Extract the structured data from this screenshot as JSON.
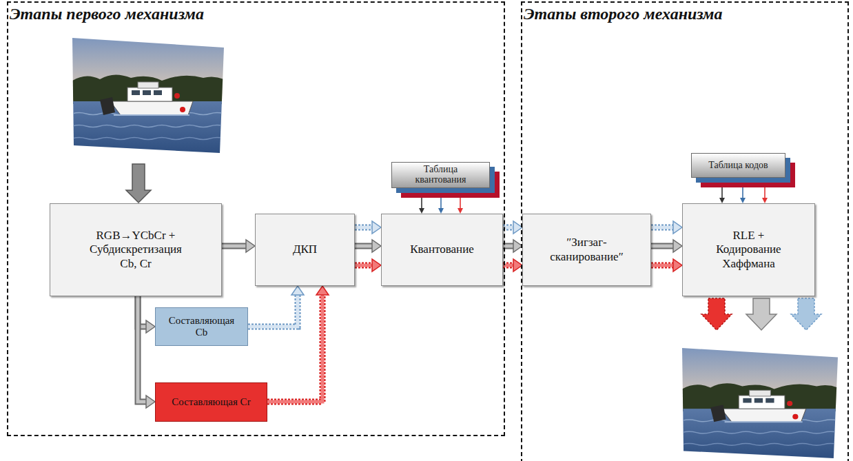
{
  "diagram": {
    "nodes": [
      {
        "text": [
          "Этапы первого механизма"
        ]
      },
      {
        "text": [
          "Этапы второго механизма"
        ]
      },
      {
        "text": [
          "RGB→YCbCr + Субдискретизация Cb, Cr"
        ],
        "in": 0
      },
      {
        "text": [
          "Составляющая Cb"
        ],
        "in": 0
      },
      {
        "text": [
          "Составляющая Cr"
        ],
        "in": 0
      },
      {
        "text": [
          "ДКП"
        ],
        "in": 0
      },
      {
        "text": [
          "Квантование"
        ],
        "in": 0
      },
      {
        "text": [
          "Таблица квантования"
        ],
        "in": 0
      },
      {
        "text": [
          "″Зигзаг-сканирование″"
        ],
        "in": 1
      },
      {
        "text": [
          "Таблица кодов"
        ],
        "in": 1
      },
      {
        "text": [
          "RLE + Кодирование Хаффмана"
        ],
        "in": 1
      }
    ],
    "edges": [
      {
        "from": 2,
        "to": 5,
        "arrow": "to"
      },
      {
        "from": 2,
        "to": 3,
        "arrow": "to"
      },
      {
        "from": 2,
        "to": 4,
        "arrow": "to"
      },
      {
        "from": 3,
        "to": 5,
        "arrow": "to"
      },
      {
        "from": 4,
        "to": 5,
        "arrow": "to"
      },
      {
        "from": 5,
        "to": 6,
        "arrow": "to"
      },
      {
        "from": 5,
        "to": 6,
        "arrow": "to"
      },
      {
        "from": 5,
        "to": 6,
        "arrow": "to"
      },
      {
        "from": 7,
        "to": 6,
        "arrow": "to"
      },
      {
        "from": 7,
        "to": 6,
        "arrow": "to"
      },
      {
        "from": 7,
        "to": 6,
        "arrow": "to"
      },
      {
        "from": 6,
        "to": 8,
        "arrow": "to"
      },
      {
        "from": 6,
        "to": 8,
        "arrow": "to"
      },
      {
        "from": 6,
        "to": 8,
        "arrow": "to"
      },
      {
        "from": 9,
        "to": 10,
        "arrow": "to"
      },
      {
        "from": 9,
        "to": 10,
        "arrow": "to"
      },
      {
        "from": 9,
        "to": 10,
        "arrow": "to"
      },
      {
        "from": 8,
        "to": 10,
        "arrow": "to"
      },
      {
        "from": 8,
        "to": 10,
        "arrow": "to"
      },
      {
        "from": 8,
        "to": 10,
        "arrow": "to"
      }
    ]
  }
}
